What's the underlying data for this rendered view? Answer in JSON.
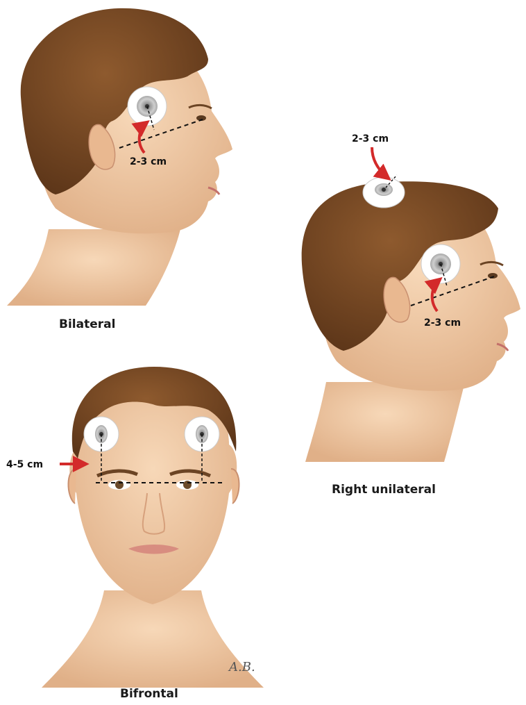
{
  "panels": {
    "bilateral": {
      "caption": "Bilateral",
      "measurement": "2-3 cm"
    },
    "right_unilateral": {
      "caption": "Right unilateral",
      "vertex_measurement": "2-3 cm",
      "temporal_measurement": "2-3 cm"
    },
    "bifrontal": {
      "caption": "Bifrontal",
      "measurement": "4-5 cm"
    }
  },
  "signature": "A.B.",
  "colors": {
    "skin": "#f0c7a1",
    "hair": "#7a4a25",
    "arrow": "#d32a2a",
    "electrode": "#ffffff"
  }
}
